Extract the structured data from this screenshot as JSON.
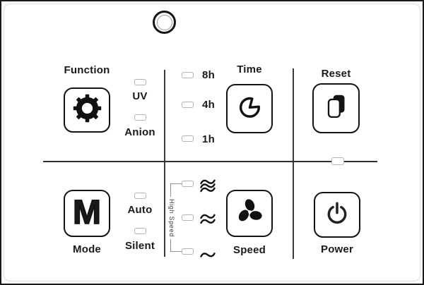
{
  "panel": {
    "sections": {
      "function": {
        "title": "Function",
        "icon": "gear-icon",
        "leds": [
          {
            "label": "UV"
          },
          {
            "label": "Anion"
          }
        ]
      },
      "time": {
        "title": "Time",
        "icon": "timer-clock-icon",
        "leds": [
          {
            "label": "8h"
          },
          {
            "label": "4h"
          },
          {
            "label": "1h"
          }
        ]
      },
      "reset": {
        "title": "Reset",
        "icon": "filter-replace-icon",
        "indicator": "reset-led"
      },
      "mode": {
        "title": "Mode",
        "button_letter": "M",
        "leds": [
          {
            "label": "Auto"
          },
          {
            "label": "Silent"
          }
        ]
      },
      "speed": {
        "title": "Speed",
        "icon": "fan-icon",
        "bracket_label": "High Speed",
        "levels": [
          "triple-wave",
          "double-wave",
          "single-wave"
        ]
      },
      "power": {
        "title": "Power",
        "icon": "power-icon"
      }
    },
    "colors": {
      "ink": "#1a1a1a",
      "divider": "#3a3a3a",
      "led_border": "#b3b3b3",
      "bracket": "#8f8f8f",
      "background": "#ffffff"
    }
  }
}
